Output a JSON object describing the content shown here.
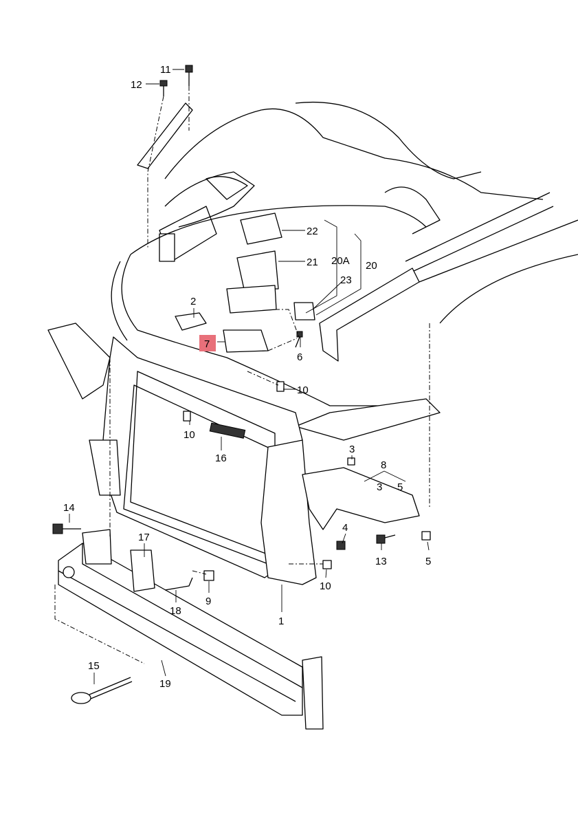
{
  "diagram": {
    "title": "Front lock carrier / bumper reinforcement parts diagram",
    "highlight_color": "#e8707a",
    "highlighted_part": "7",
    "callouts": {
      "c11": "11",
      "c12": "12",
      "c22": "22",
      "c21": "21",
      "c20a": "20A",
      "c20": "20",
      "c23": "23",
      "c2": "2",
      "c7": "7",
      "c6": "6",
      "c10a": "10",
      "c10b": "10",
      "c16": "16",
      "c3a": "3",
      "c8": "8",
      "c3b": "3",
      "c5a": "5",
      "c14": "14",
      "c17": "17",
      "c4": "4",
      "c13": "13",
      "c5b": "5",
      "c10c": "10",
      "c9": "9",
      "c18": "18",
      "c1": "1",
      "c15": "15",
      "c19": "19"
    }
  }
}
